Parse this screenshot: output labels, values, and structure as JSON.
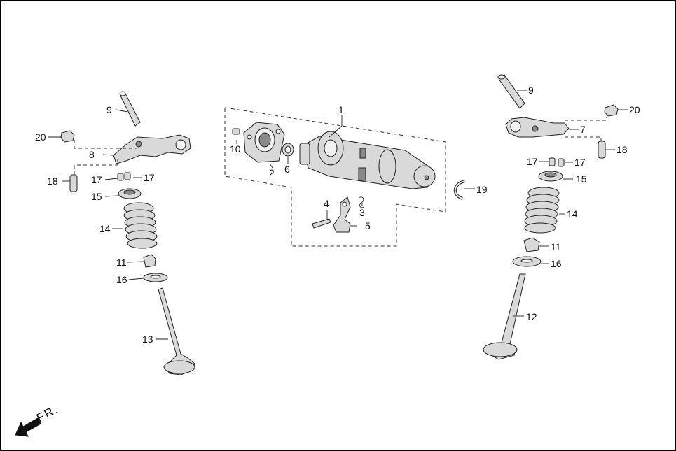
{
  "diagram": {
    "direction_label": "FR.",
    "labels": {
      "p1": "1",
      "p2": "2",
      "p3": "3",
      "p4": "4",
      "p5": "5",
      "p6": "6",
      "p7": "7",
      "p8": "8",
      "p9L": "9",
      "p9R": "9",
      "p10": "10",
      "p11L": "11",
      "p11R": "11",
      "p12": "12",
      "p13": "13",
      "p14L": "14",
      "p14R": "14",
      "p15L": "15",
      "p15R": "15",
      "p16L": "16",
      "p16R": "16",
      "p17La": "17",
      "p17Lb": "17",
      "p17Ra": "17",
      "p17Rb": "17",
      "p18L": "18",
      "p18R": "18",
      "p19": "19",
      "p20L": "20",
      "p20R": "20"
    }
  }
}
